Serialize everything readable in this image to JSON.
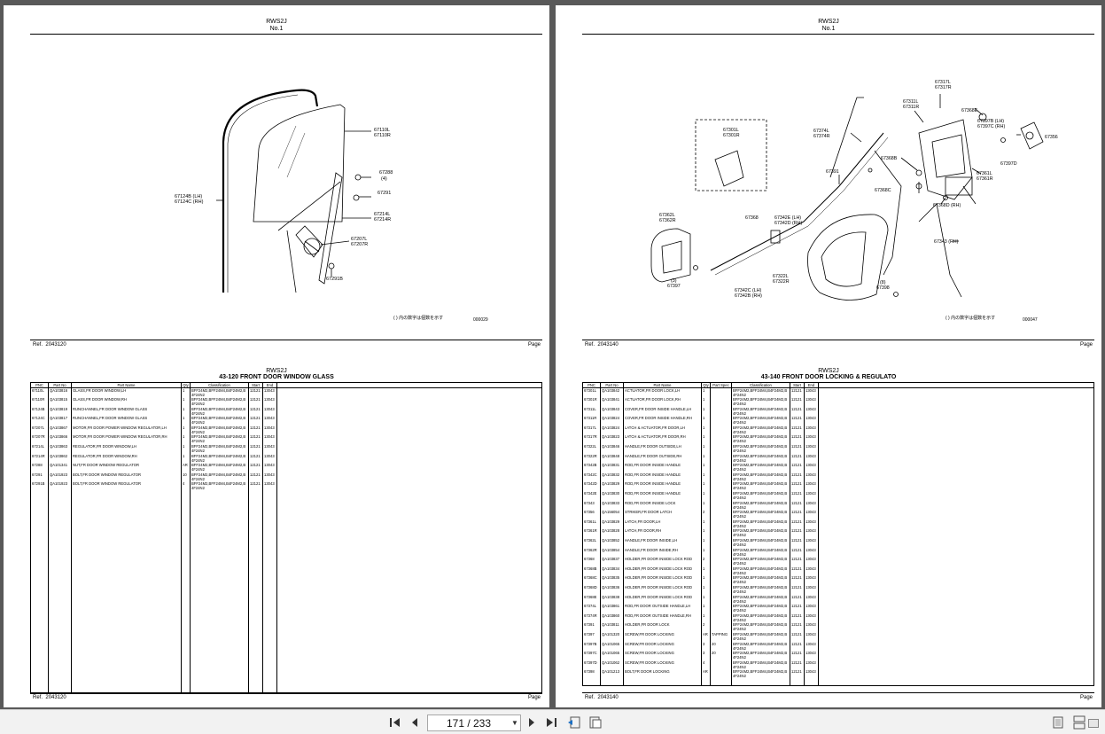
{
  "left_page": {
    "model": "RWS2J",
    "number": "No.1",
    "callouts": {
      "c1": "67110L",
      "c2": "67110R",
      "c3": "67288",
      "c4": "(4)",
      "c5": "67291",
      "c6": "67124B (LH)",
      "c7": "67124C (RH)",
      "c8": "67214L",
      "c9": "67214R",
      "c10": "67207L",
      "c11": "67207R",
      "c12": "67291B"
    },
    "note": "(   ) 内の数字は個数を示す",
    "figure_code": "000029",
    "ref_label": "Ref.",
    "ref_value": "2043120",
    "page_label": "Page",
    "section_title": "43-120 FRONT DOOR WINDOW GLASS",
    "headers": [
      "PNC",
      "Part No",
      "Part Name",
      "Qty",
      "Classification",
      "Start",
      "End"
    ],
    "rows": [
      [
        "67110L",
        "QA103816",
        "GLASS,FR DOOR WINDOW,LH",
        "1",
        "BFF24M2,BFF24M4,B4F24M2,B4F24N2",
        "12121",
        "13043"
      ],
      [
        "67110R",
        "QA103815",
        "GLASS,FR DOOR WINDOW,RH",
        "1",
        "BFF24M2,BFF24M4,B4F24M2,B4F24N2",
        "12121",
        "13043"
      ],
      [
        "67124B",
        "QA103819",
        "RUNCHANNEL,FR DOOR WINDOW GLASS",
        "1",
        "BFF24M2,BFF24M4,B4F24M2,B4F24N2",
        "12121",
        "13043"
      ],
      [
        "67124C",
        "QA103817",
        "RUNCHANNEL,FR DOOR WINDOW GLASS",
        "1",
        "BFF24M2,BFF24M4,B4F24M2,B4F24N2",
        "12121",
        "13043"
      ],
      [
        "67207L",
        "QA103867",
        "MOTOR,FR DOOR POWER WINDOW REGULATOR,LH",
        "1",
        "BFF24M2,BFF24M4,B4F24M2,B4F24N2",
        "12121",
        "13043"
      ],
      [
        "67207R",
        "QA103866",
        "MOTOR,FR DOOR POWER WINDOW REGULATOR,RH",
        "1",
        "BFF24M2,BFF24M4,B4F24M2,B4F24N2",
        "12121",
        "13043"
      ],
      [
        "67214L",
        "QA103863",
        "REGULATOR,FR DOOR WINDOW,LH",
        "1",
        "BFF24M2,BFF24M4,B4F24M2,B4F24N2",
        "12121",
        "13043"
      ],
      [
        "67214R",
        "QA103862",
        "REGULATOR,FR DOOR WINDOW,RH",
        "1",
        "BFF24M2,BFF24M4,B4F24M2,B4F24N2",
        "12121",
        "13043"
      ],
      [
        "67288",
        "QA101341",
        "NUT,FR DOOR WINDOW REGULATOR",
        "AR",
        "BFF24M2,BFF24M4,B4F24M2,B4F24N2",
        "12121",
        "13043"
      ],
      [
        "67291",
        "QA101923",
        "BOLT,FR DOOR WINDOW REGULATOR",
        "10",
        "BFF24M2,BFF24M4,B4F24M2,B4F24N2",
        "12121",
        "13043"
      ],
      [
        "67291B",
        "QA101923",
        "BOLT,FR DOOR WINDOW REGULATOR",
        "4",
        "BFF24M2,BFF24M4,B4F24M2,B4F24N2",
        "12121",
        "13043"
      ]
    ]
  },
  "right_page": {
    "model": "RWS2J",
    "number": "No.1",
    "callouts": {
      "c1": "67317L",
      "c2": "67317R",
      "c3": "67311L",
      "c4": "67311R",
      "c5": "67368E",
      "c6": "67397B (LH)",
      "c7": "67397C (RH)",
      "c8": "67356",
      "c9": "67301L",
      "c10": "67301R",
      "c11": "67374L",
      "c12": "67374R",
      "c13": "67368B",
      "c14": "67397D",
      "c15": "67361L",
      "c16": "67361R",
      "c17": "67391",
      "c18": "67368C",
      "c19": "67368D (RH)",
      "c20": "67362L",
      "c21": "67362R",
      "c22": "67368",
      "c23": "67342E (LH)",
      "c24": "67342D (RH)",
      "c25": "67343 (RH)",
      "c26": "(3)",
      "c27": "67397",
      "c28": "67322L",
      "c29": "67322R",
      "c30": "(8)",
      "c31": "67398",
      "c32": "67342C (LH)",
      "c33": "67342B (RH)"
    },
    "note": "(   ) 内の数字は個数を示す",
    "figure_code": "000047",
    "ref_label": "Ref.",
    "ref_value": "2043140",
    "page_label": "Page",
    "section_title": "43-140 FRONT DOOR LOCKING & REGULATO",
    "headers": [
      "PNC",
      "Part No",
      "Part Name",
      "Qty",
      "Part Spec",
      "Classification",
      "Start",
      "End"
    ],
    "rows": [
      [
        "67301L",
        "QA103842",
        "ACTUATOR,FR DOOR LOCK,LH",
        "1",
        "",
        "BFF24M2,BFF24M4,B4F24M2,B4F24N2",
        "12121",
        "13043"
      ],
      [
        "67301R",
        "QA103841",
        "ACTUATOR,FR DOOR LOCK,RH",
        "1",
        "",
        "BFF24M2,BFF24M4,B4F24M2,B4F24N2",
        "12121",
        "13043"
      ],
      [
        "67311L",
        "QA103843",
        "COVER,FR DOOR INSIDE HANDLE,LH",
        "1",
        "",
        "BFF24M2,BFF24M4,B4F24M2,B4F24N2",
        "12121",
        "13043"
      ],
      [
        "67311R",
        "QA103824",
        "COVER,FR DOOR INSIDE HANDLE,RH",
        "1",
        "",
        "BFF24M2,BFF24M4,B4F24M2,B4F24N2",
        "12121",
        "13043"
      ],
      [
        "67317L",
        "QA103824",
        "LATCH & ACTUATOR,FR DOOR,LH",
        "1",
        "",
        "BFF24M2,BFF24M4,B4F24M2,B4F24N2",
        "12121",
        "13043"
      ],
      [
        "67317R",
        "QA103823",
        "LATCH & ACTUATOR,FR DOOR,RH",
        "1",
        "",
        "BFF24M2,BFF24M4,B4F24M2,B4F24N2",
        "12121",
        "13043"
      ],
      [
        "67322L",
        "QA103846",
        "HANDLE,FR DOOR OUTSIDE,LH",
        "1",
        "",
        "BFF24M2,BFF24M4,B4F24M2,B4F24N2",
        "12121",
        "13043"
      ],
      [
        "67322R",
        "QA103848",
        "HANDLE,FR DOOR OUTSIDE,RH",
        "1",
        "",
        "BFF24M2,BFF24M4,B4F24M2,B4F24N2",
        "12121",
        "13043"
      ],
      [
        "67342B",
        "QA103831",
        "ROD,FR DOOR INSIDE HANDLE",
        "1",
        "",
        "BFF24M2,BFF24M4,B4F24M2,B4F24N2",
        "12121",
        "13043"
      ],
      [
        "67342C",
        "QA103832",
        "ROD,FR DOOR INSIDE HANDLE",
        "1",
        "",
        "BFF24M2,BFF24M4,B4F24M2,B4F24N2",
        "12121",
        "13043"
      ],
      [
        "67342D",
        "QA103829",
        "ROD,FR DOOR INSIDE HANDLE",
        "1",
        "",
        "BFF24M2,BFF24M4,B4F24M2,B4F24N2",
        "12121",
        "13043"
      ],
      [
        "67342E",
        "QA103830",
        "ROD,FR DOOR INSIDE HANDLE",
        "1",
        "",
        "BFF24M2,BFF24M4,B4F24M2,B4F24N2",
        "12121",
        "13043"
      ],
      [
        "67343",
        "QA103833",
        "ROD,FR DOOR INSIDE LOCK",
        "1",
        "",
        "BFF24M2,BFF24M4,B4F24M2,B4F24N2",
        "12121",
        "13043"
      ],
      [
        "67356",
        "QA156054",
        "STRIKER,FR DOOR LATCH",
        "2",
        "",
        "BFF24M2,BFF24M4,B4F24M2,B4F24N2",
        "12121",
        "13043"
      ],
      [
        "67361L",
        "QA103829",
        "LATCH,FR DOOR,LH",
        "1",
        "",
        "BFF24M2,BFF24M4,B4F24M2,B4F24N2",
        "12121",
        "13043"
      ],
      [
        "67361R",
        "QA103828",
        "LATCH,FR DOOR,RH",
        "1",
        "",
        "BFF24M2,BFF24M4,B4F24M2,B4F24N2",
        "12121",
        "13043"
      ],
      [
        "67362L",
        "QA103852",
        "HANDLE,FR DOOR INSIDE,LH",
        "1",
        "",
        "BFF24M2,BFF24M4,B4F24M2,B4F24N2",
        "12121",
        "13043"
      ],
      [
        "67362R",
        "QA103854",
        "HANDLE,FR DOOR INSIDE,RH",
        "1",
        "",
        "BFF24M2,BFF24M4,B4F24M2,B4F24N2",
        "12121",
        "13043"
      ],
      [
        "67368",
        "QA103837",
        "HOLDER,FR DOOR INSIDE LOCK ROD",
        "2",
        "",
        "BFF24M2,BFF24M4,B4F24M2,B4F24N2",
        "12121",
        "13043"
      ],
      [
        "67368B",
        "QA103834",
        "HOLDER,FR DOOR INSIDE LOCK ROD",
        "1",
        "",
        "BFF24M2,BFF24M4,B4F24M2,B4F24N2",
        "12121",
        "13043"
      ],
      [
        "67368C",
        "QA103835",
        "HOLDER,FR DOOR INSIDE LOCK ROD",
        "1",
        "",
        "BFF24M2,BFF24M4,B4F24M2,B4F24N2",
        "12121",
        "13043"
      ],
      [
        "67368D",
        "QA103836",
        "HOLDER,FR DOOR INSIDE LOCK ROD",
        "1",
        "",
        "BFF24M2,BFF24M4,B4F24M2,B4F24N2",
        "12121",
        "13043"
      ],
      [
        "67368E",
        "QA103838",
        "HOLDER,FR DOOR INSIDE LOCK ROD",
        "1",
        "",
        "BFF24M2,BFF24M4,B4F24M2,B4F24N2",
        "12121",
        "13043"
      ],
      [
        "67374L",
        "QA103861",
        "ROD,FR DOOR OUTSIDE HANDLE,LH",
        "1",
        "",
        "BFF24M2,BFF24M4,B4F24M2,B4F24N2",
        "12121",
        "13043"
      ],
      [
        "67374R",
        "QA103860",
        "ROD,FR DOOR OUTSIDE HANDLE,RH",
        "1",
        "",
        "BFF24M2,BFF24M4,B4F24M2,B4F24N2",
        "12121",
        "13043"
      ],
      [
        "67391",
        "QA103811",
        "HOLDER,FR DOOR LOCK",
        "2",
        "",
        "BFF24M2,BFF24M4,B4F24M2,B4F24N2",
        "12121",
        "13043"
      ],
      [
        "67397",
        "QA101320",
        "SCREW,FR DOOR LOCKING",
        "AR",
        "TAPPING",
        "BFF24M2,BFF24M4,B4F24M2,B4F24N2",
        "12121",
        "13043"
      ],
      [
        "67397B",
        "QA101065",
        "SCREW,FR DOOR LOCKING",
        "3",
        "20",
        "BFF24M2,BFF24M4,B4F24M2,B4F24N2",
        "12121",
        "13043"
      ],
      [
        "67397C",
        "QA101065",
        "SCREW,FR DOOR LOCKING",
        "3",
        "20",
        "BFF24M2,BFF24M4,B4F24M2,B4F24N2",
        "12121",
        "13043"
      ],
      [
        "67397D",
        "QA101062",
        "SCREW,FR DOOR LOCKING",
        "4",
        "",
        "BFF24M2,BFF24M4,B4F24M2,B4F24N2",
        "12121",
        "13043"
      ],
      [
        "67398",
        "QA101213",
        "BOLT,FR DOOR LOCKING",
        "AR",
        "",
        "BFF24M2,BFF24M4,B4F24M2,B4F24N2",
        "12121",
        "13043"
      ]
    ]
  },
  "toolbar": {
    "page_indicator": "171 / 233",
    "icons": [
      "first-page-icon",
      "prev-page-icon",
      "next-page-icon",
      "last-page-icon",
      "go-back-icon",
      "go-forward-icon",
      "single-page-icon",
      "continuous-page-icon"
    ]
  }
}
